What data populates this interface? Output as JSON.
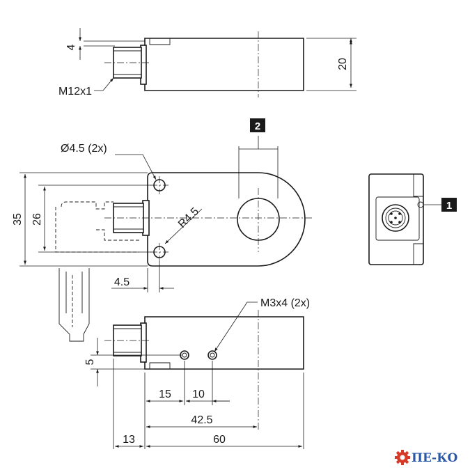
{
  "labels": {
    "thread": "M12x1",
    "mount_hole": "Ø4.5 (2x)",
    "radius": "R4.5",
    "tapped_holes": "M3x4 (2x)"
  },
  "dimensions": {
    "collar_step": "4",
    "height": "20",
    "width_outer": "35",
    "width_inner": "26",
    "hole_offset": "4.5",
    "tap_height": "5",
    "tap_spacing_1": "15",
    "tap_spacing_2": "10",
    "center_distance": "42.5",
    "connector_length": "13",
    "body_length": "60"
  },
  "callouts": {
    "item_1": "1",
    "item_2": "2"
  },
  "logo": {
    "text": "ПЕ-КО",
    "color": "#2a58a6",
    "gear_color": "#d83a2a"
  }
}
